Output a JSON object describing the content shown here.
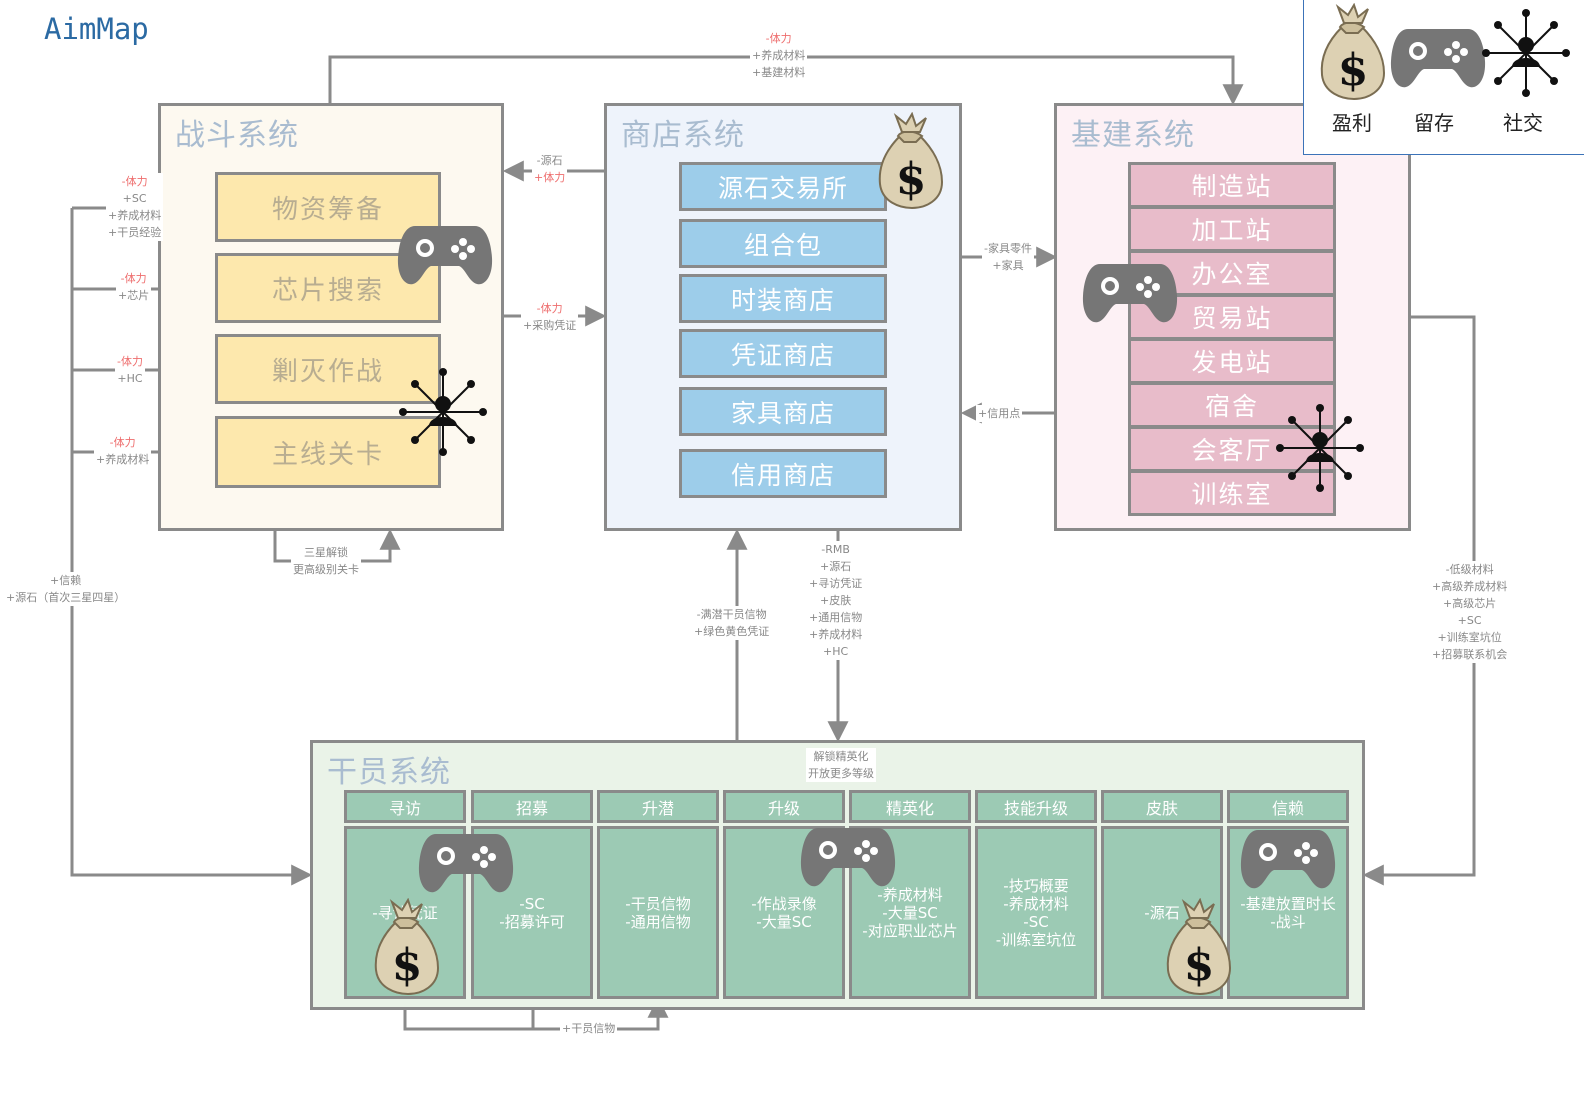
{
  "app": {
    "title": "AimMap"
  },
  "legend": {
    "profit": "盈利",
    "retention": "留存",
    "social": "社交"
  },
  "colors": {
    "combat_item": "#fde8ad",
    "shop_item": "#9dcdea",
    "base_item": "#e8bcca",
    "operator_item": "#9ccab4",
    "edge": "#8a8a8a",
    "minus_text": "#ee6d6d"
  },
  "icons": [
    "money-bag-icon",
    "gamepad-icon",
    "social-network-icon"
  ],
  "combat": {
    "title": "战斗系统",
    "items": [
      "物资筹备",
      "芯片搜索",
      "剿灭作战",
      "主线关卡"
    ]
  },
  "shop": {
    "title": "商店系统",
    "items": [
      "源石交易所",
      "组合包",
      "时装商店",
      "凭证商店",
      "家具商店",
      "信用商店"
    ]
  },
  "base": {
    "title": "基建系统",
    "items": [
      "制造站",
      "加工站",
      "办公室",
      "贸易站",
      "发电站",
      "宿舍",
      "会客厅",
      "训练室"
    ]
  },
  "operators": {
    "title": "干员系统",
    "columns": [
      {
        "head": "寻访",
        "lines": [
          "-寻访凭证"
        ]
      },
      {
        "head": "招募",
        "lines": [
          "-SC",
          "-招募许可"
        ]
      },
      {
        "head": "升潜",
        "lines": [
          "-干员信物",
          "-通用信物"
        ]
      },
      {
        "head": "升级",
        "lines": [
          "-作战录像",
          "-大量SC"
        ]
      },
      {
        "head": "精英化",
        "lines": [
          "-养成材料",
          "-大量SC",
          "-对应职业芯片"
        ]
      },
      {
        "head": "技能升级",
        "lines": [
          "-技巧概要",
          "-养成材料",
          "-SC",
          "-训练室坑位"
        ]
      },
      {
        "head": "皮肤",
        "lines": [
          "-源石"
        ]
      },
      {
        "head": "信赖",
        "lines": [
          "-基建放置时长",
          "-战斗"
        ]
      }
    ]
  },
  "edges": {
    "top_loop": [
      "-体力",
      "+养成材料",
      "+基建材料"
    ],
    "shop_to_combat": [
      "-源石",
      "+体力"
    ],
    "combat_to_shop": [
      "-体力",
      "+采购凭证"
    ],
    "shop_to_base": [
      "-家具零件",
      "+家具"
    ],
    "base_to_shop": [
      "+信用点"
    ],
    "supply": [
      "-体力",
      "+SC",
      "+养成材料",
      "+干员经验"
    ],
    "chip": [
      "-体力",
      "+芯片"
    ],
    "annihilation": [
      "-体力",
      "+HC"
    ],
    "mainline": [
      "-体力",
      "+养成材料"
    ],
    "star_unlock": [
      "三星解锁",
      "更高级别关卡"
    ],
    "combat_to_operator": [
      "+信赖",
      "+源石（首次三星四星）"
    ],
    "operator_to_shop": [
      "-满潜干员信物",
      "+绿色黄色凭证"
    ],
    "shop_to_operator": [
      "-RMB",
      "+源石",
      "+寻访凭证",
      "+皮肤",
      "+通用信物",
      "+养成材料",
      "+HC"
    ],
    "base_to_operator": [
      "-低级材料",
      "+高级养成材料",
      "+高级芯片",
      "+SC",
      "+训练室坑位",
      "+招募联系机会"
    ],
    "elite_unlock": [
      "解锁精英化",
      "开放更多等级"
    ],
    "operator_token": [
      "+干员信物"
    ]
  }
}
